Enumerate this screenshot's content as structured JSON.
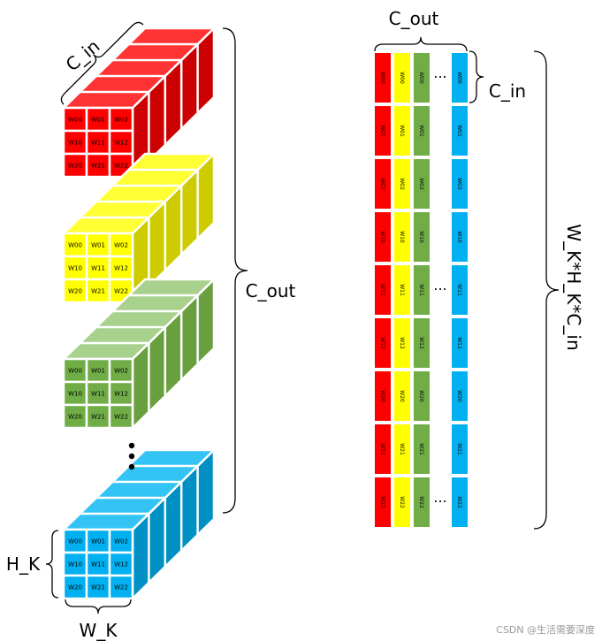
{
  "labels": {
    "c_in_top": "C_in",
    "c_out_left": "C_out",
    "h_k": "H_K",
    "w_k": "W_K",
    "c_out_right": "C_out",
    "c_in_right": "C_in",
    "vertical": "W_K*H_K*C_in",
    "dots_mid": "...",
    "watermark": "CSDN @生活需要深度"
  },
  "kernel_cells": [
    "W00",
    "W01",
    "W02",
    "W10",
    "W11",
    "W12",
    "W20",
    "W21",
    "W22"
  ],
  "strip_cells": [
    "W00",
    "W01",
    "W02",
    "W10",
    "W11",
    "W12",
    "W20",
    "W21",
    "W22"
  ],
  "colors": {
    "red": {
      "front": "#ff0000",
      "top": "#ff3333",
      "side": "#cc0000"
    },
    "yellow": {
      "front": "#ffff00",
      "top": "#ffff33",
      "side": "#cccc00"
    },
    "green": {
      "front": "#70ad47",
      "top": "#a9d18e",
      "side": "#6a9f3f"
    },
    "blue": {
      "front": "#00b0f0",
      "top": "#33c3f5",
      "side": "#0090c4"
    }
  },
  "cubes": [
    "red",
    "yellow",
    "green",
    "blue"
  ],
  "columns": [
    "red",
    "yellow",
    "green",
    "blue"
  ]
}
